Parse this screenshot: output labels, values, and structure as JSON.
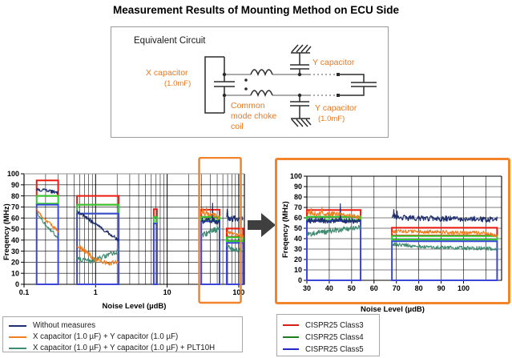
{
  "title": "Measurement Results of Mounting Method on ECU Side",
  "circuit": {
    "panel_label": "Equivalent Circuit",
    "x_capacitor": {
      "label": "X capacitor",
      "value": "(1.0mF)"
    },
    "y_capacitor_top": {
      "label": "Y capacitor"
    },
    "y_capacitor_bottom": {
      "label": "Y capacitor",
      "value": "(1.0mF)"
    },
    "choke": {
      "line1": "Common",
      "line2": "mode choke",
      "line3": "coil"
    }
  },
  "legend_left": {
    "items": [
      {
        "label": "Without measures",
        "series": "without",
        "color": "#1F2F6E"
      },
      {
        "label": "X capacitor (1.0 µF) + Y capacitor (1.0 µF)",
        "series": "xy",
        "color": "#F07E1E"
      },
      {
        "label": "X capacitor (1.0 µF) + Y capacitor (1.0 µF) + PLT10H",
        "series": "xyplt",
        "color": "#3F8C72"
      }
    ]
  },
  "legend_right": {
    "items": [
      {
        "label": "CISPR25 Class3",
        "series": "class3",
        "color": "#D42018"
      },
      {
        "label": "CISPR25 Class4",
        "series": "class4",
        "color": "#1E7E1E"
      },
      {
        "label": "CISPR25 Class5",
        "series": "class5",
        "color": "#2525CC"
      }
    ]
  },
  "colors": {
    "circuit_accent": "#E87820",
    "highlight_orange": "#F2842C",
    "arrow_gray": "#3F3F3F"
  },
  "chart_data": {
    "type": "scatter",
    "highlight_color": "#F2842C",
    "series_colors": {
      "without": "#1F2F6E",
      "xy": "#F07E1E",
      "xyplt": "#3F8C72"
    },
    "class_colors": {
      "class3": "#EE1C10",
      "class4": "#2BCB2B",
      "class5": "#3C46D8"
    },
    "bands": [
      {
        "id": "A",
        "x": [
          0.15,
          0.3
        ],
        "class3": [
          80,
          94
        ],
        "class4": [
          73,
          80
        ],
        "class5": [
          0,
          72
        ],
        "traces": {
          "without": {
            "base": [
              [
                0,
                86
              ],
              [
                1,
                83
              ]
            ],
            "noise": 1.6
          },
          "xy": {
            "base": [
              [
                0,
                67
              ],
              [
                0.5,
                57
              ],
              [
                1,
                48
              ]
            ],
            "noise": 1.6
          },
          "xyplt": {
            "base": [
              [
                0,
                65
              ],
              [
                0.45,
                53
              ],
              [
                1,
                42
              ]
            ],
            "noise": 1.6
          }
        }
      },
      {
        "id": "B",
        "x": [
          0.55,
          2.1
        ],
        "class3": [
          72,
          80
        ],
        "class4": [
          64,
          72
        ],
        "class5": [
          0,
          64
        ],
        "traces": {
          "without": {
            "base": [
              [
                0,
                66
              ],
              [
                1,
                40
              ]
            ],
            "noise": 1.6
          },
          "xy": {
            "base": [
              [
                0,
                36
              ],
              [
                0.45,
                22
              ],
              [
                0.7,
                19
              ],
              [
                1,
                20
              ]
            ],
            "noise": 2.2
          },
          "xyplt": {
            "base": [
              [
                0,
                23
              ],
              [
                0.35,
                21
              ],
              [
                1,
                30
              ]
            ],
            "noise": 2.2
          }
        }
      },
      {
        "id": "C",
        "x": [
          6.5,
          7.2
        ],
        "class3": [
          61,
          68
        ],
        "class4": [
          55,
          61
        ],
        "class5": [
          0,
          55
        ],
        "traces": {}
      },
      {
        "id": "D",
        "x": [
          30,
          54
        ],
        "class3": [
          61,
          67.5
        ],
        "class4": [
          58,
          61
        ],
        "class5": [
          0,
          57
        ],
        "traces": {
          "without": {
            "base": [
              [
                0,
                57.5
              ],
              [
                1,
                57
              ]
            ],
            "noise": 2.6,
            "spikes": [
              [
                0.62,
                73.5
              ]
            ]
          },
          "xy": {
            "base": [
              [
                0,
                64.5
              ],
              [
                0.6,
                63.5
              ],
              [
                1,
                60.5
              ]
            ],
            "noise": 2.2,
            "spikes": [
              [
                0.08,
                69
              ],
              [
                0.28,
                70.5
              ]
            ]
          },
          "xyplt": {
            "base": [
              [
                0,
                44
              ],
              [
                0.55,
                48.5
              ],
              [
                1,
                50.5
              ]
            ],
            "noise": 2.6
          }
        }
      },
      {
        "id": "E",
        "x": [
          68,
          115
        ],
        "class3": [
          43,
          50.5
        ],
        "class4": [
          39,
          42.5
        ],
        "class5": [
          0,
          37.5
        ],
        "traces": {
          "without": {
            "base": [
              [
                0,
                62
              ],
              [
                0.12,
                60
              ],
              [
                1,
                58.5
              ]
            ],
            "noise": 2.8,
            "spikes": [
              [
                0.02,
                68
              ],
              [
                0.05,
                66.5
              ]
            ]
          },
          "xy": {
            "base": [
              [
                0,
                47
              ],
              [
                0.88,
                45.5
              ],
              [
                1,
                43
              ]
            ],
            "noise": 1.8
          },
          "xyplt": {
            "base": [
              [
                0,
                35
              ],
              [
                0.35,
                31.5
              ],
              [
                1,
                30.5
              ]
            ],
            "noise": 1.8
          }
        }
      }
    ],
    "charts": [
      {
        "id": "left",
        "x_scale": "log",
        "x_range": [
          0.1,
          120
        ],
        "x_ticks": [
          {
            "v": 0.1,
            "label": "0.1"
          },
          {
            "v": 1,
            "label": "1"
          },
          {
            "v": 10,
            "label": "10"
          },
          {
            "v": 100,
            "label": "100"
          }
        ],
        "y_range": [
          0,
          100
        ],
        "y_tick_step": 10,
        "xlabel": "Noise Level (µdB)",
        "ylabel": "Freqency (MHz)",
        "bands": [
          "A",
          "B",
          "C",
          "D",
          "E"
        ],
        "highlight_x": [
          28,
          107
        ]
      },
      {
        "id": "right",
        "x_scale": "linear",
        "x_range": [
          30,
          117
        ],
        "x_ticks": [
          {
            "v": 30,
            "label": "30"
          },
          {
            "v": 40,
            "label": "40"
          },
          {
            "v": 50,
            "label": "50"
          },
          {
            "v": 60,
            "label": "60"
          },
          {
            "v": 70,
            "label": "70"
          },
          {
            "v": 80,
            "label": "80"
          },
          {
            "v": 90,
            "label": "90"
          },
          {
            "v": 100,
            "label": "100"
          }
        ],
        "y_range": [
          0,
          100
        ],
        "y_tick_step": 10,
        "xlabel": "Noise Level (µdB)",
        "ylabel": "Freqency (MHz)",
        "bands": [
          "D",
          "E"
        ]
      }
    ]
  }
}
